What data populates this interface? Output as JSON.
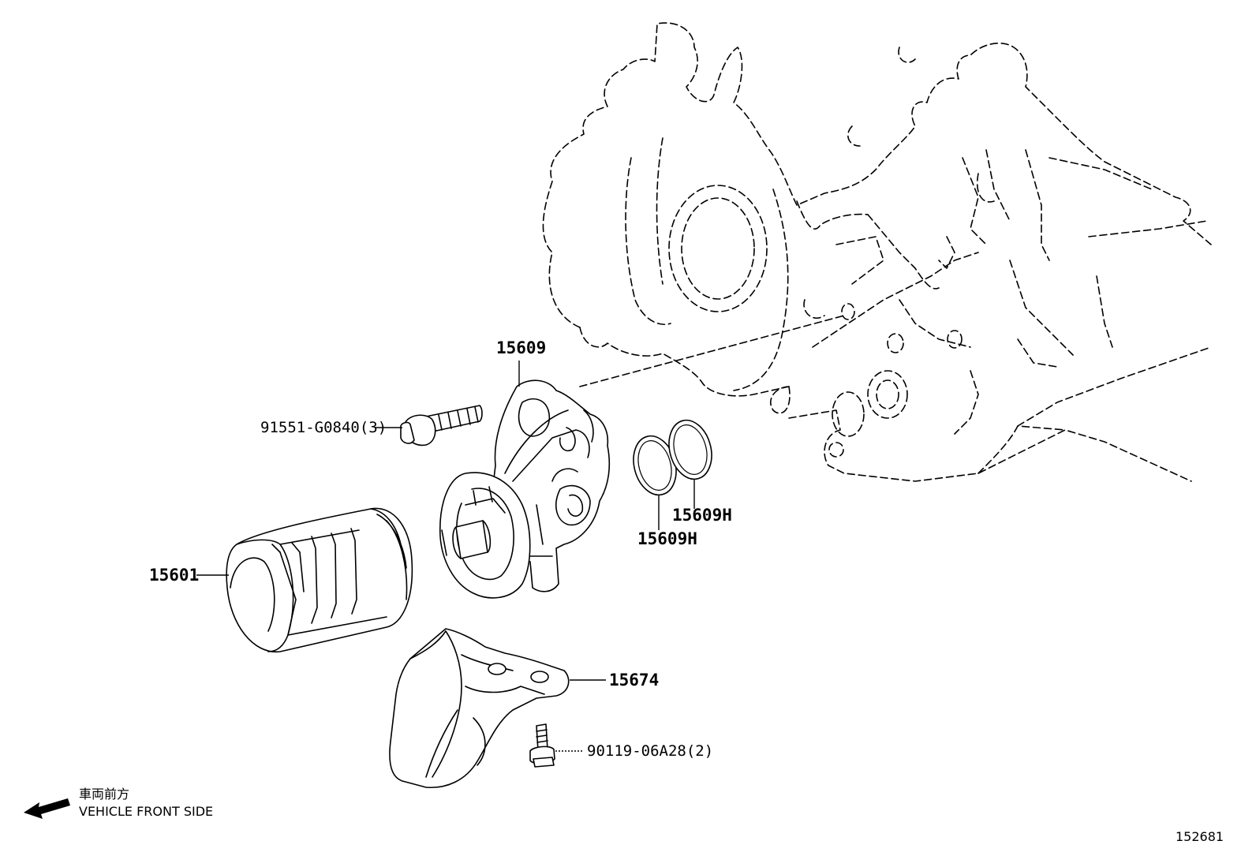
{
  "diagram": {
    "figure_number": "152681",
    "direction_note": {
      "japanese": "車両前方",
      "english": "VEHICLE FRONT SIDE"
    },
    "callouts": [
      {
        "id": "c-15609",
        "part_number": "15609"
      },
      {
        "id": "c-91551",
        "part_number": "91551-G0840(3)"
      },
      {
        "id": "c-15609H-a",
        "part_number": "15609H"
      },
      {
        "id": "c-15609H-b",
        "part_number": "15609H"
      },
      {
        "id": "c-15601",
        "part_number": "15601"
      },
      {
        "id": "c-15674",
        "part_number": "15674"
      },
      {
        "id": "c-90119",
        "part_number": "90119-06A28(2)"
      }
    ]
  }
}
